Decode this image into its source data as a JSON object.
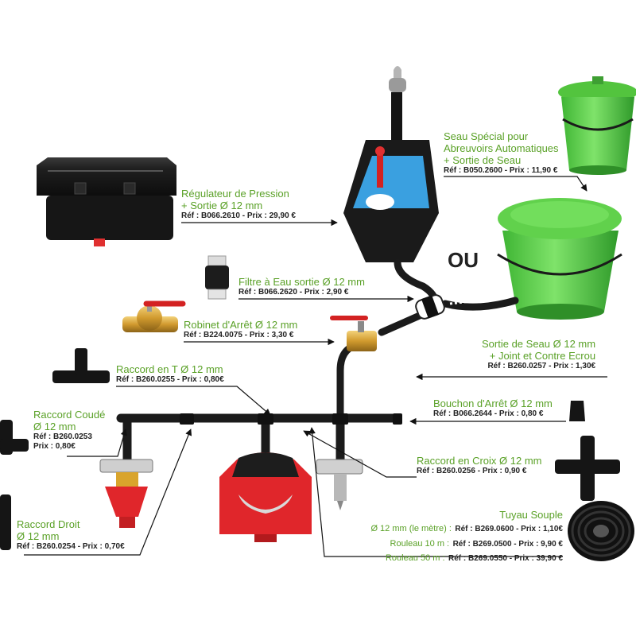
{
  "labels": {
    "regulateur": {
      "title1": "Régulateur de Pression",
      "title2": "+ Sortie Ø 12 mm",
      "ref": "Réf : B066.2610 - Prix : 29,90 €"
    },
    "seau": {
      "title1": "Seau Spécial pour",
      "title2": "Abreuvoirs Automatiques",
      "title3": "+ Sortie de Seau",
      "ref": "Réf : B050.2600 - Prix : 11,90 €"
    },
    "ou": "OU",
    "filtre": {
      "title": "Filtre à Eau sortie Ø 12 mm",
      "ref": "Réf : B066.2620 - Prix : 2,90 €"
    },
    "robinet": {
      "title": "Robinet d'Arrêt Ø 12 mm",
      "ref": "Réf : B224.0075 - Prix : 3,30 €"
    },
    "sortie_seau": {
      "title1": "Sortie de Seau Ø 12 mm",
      "title2": "+ Joint et Contre Ecrou",
      "ref": "Réf : B260.0257 - Prix : 1,30€"
    },
    "raccord_t": {
      "title": "Raccord en T Ø 12 mm",
      "ref": "Réf : B260.0255 - Prix : 0,80€"
    },
    "bouchon": {
      "title": "Bouchon d'Arrêt Ø 12 mm",
      "ref": "Réf : B066.2644 - Prix : 0,80 €"
    },
    "raccord_coude": {
      "title1": "Raccord Coudé",
      "title2": "Ø 12 mm",
      "ref1": "Réf : B260.0253",
      "ref2": "Prix : 0,80€"
    },
    "raccord_croix": {
      "title": "Raccord en Croix Ø 12 mm",
      "ref": "Réf : B260.0256 - Prix : 0,90 €"
    },
    "raccord_droit": {
      "title1": "Raccord Droit",
      "title2": "Ø 12 mm",
      "ref": "Réf : B260.0254 - Prix : 0,70€"
    },
    "tuyau": {
      "title": "Tuyau Souple",
      "row1_label": "Ø 12 mm (le mètre) :",
      "row1_ref": "Réf : B269.0600 - Prix : 1,10€",
      "row2_label": "Rouleau 10 m :",
      "row2_ref": "Réf : B269.0500 - Prix : 9,90 €",
      "row3_label": "Rouleau 50 m :",
      "row3_ref": "Réf : B269.0550 - Prix : 39,90 €"
    }
  },
  "colors": {
    "accent_green": "#5aa127",
    "bucket_green": "#5fcf4a",
    "drinker_red": "#e0262b",
    "brass": "#d4a63a",
    "valve_red": "#d32222",
    "water_blue": "#3aa0e0",
    "pipe_black": "#1b1b1b"
  },
  "icons": [
    "pressure-regulator-box",
    "water-tank",
    "bucket",
    "water-filter",
    "brass-valve",
    "tee-fitting",
    "elbow-fitting",
    "cross-fitting",
    "straight-fitting",
    "stop-plug",
    "flexible-hose-roll",
    "nipple-drinker",
    "cup-drinker"
  ]
}
